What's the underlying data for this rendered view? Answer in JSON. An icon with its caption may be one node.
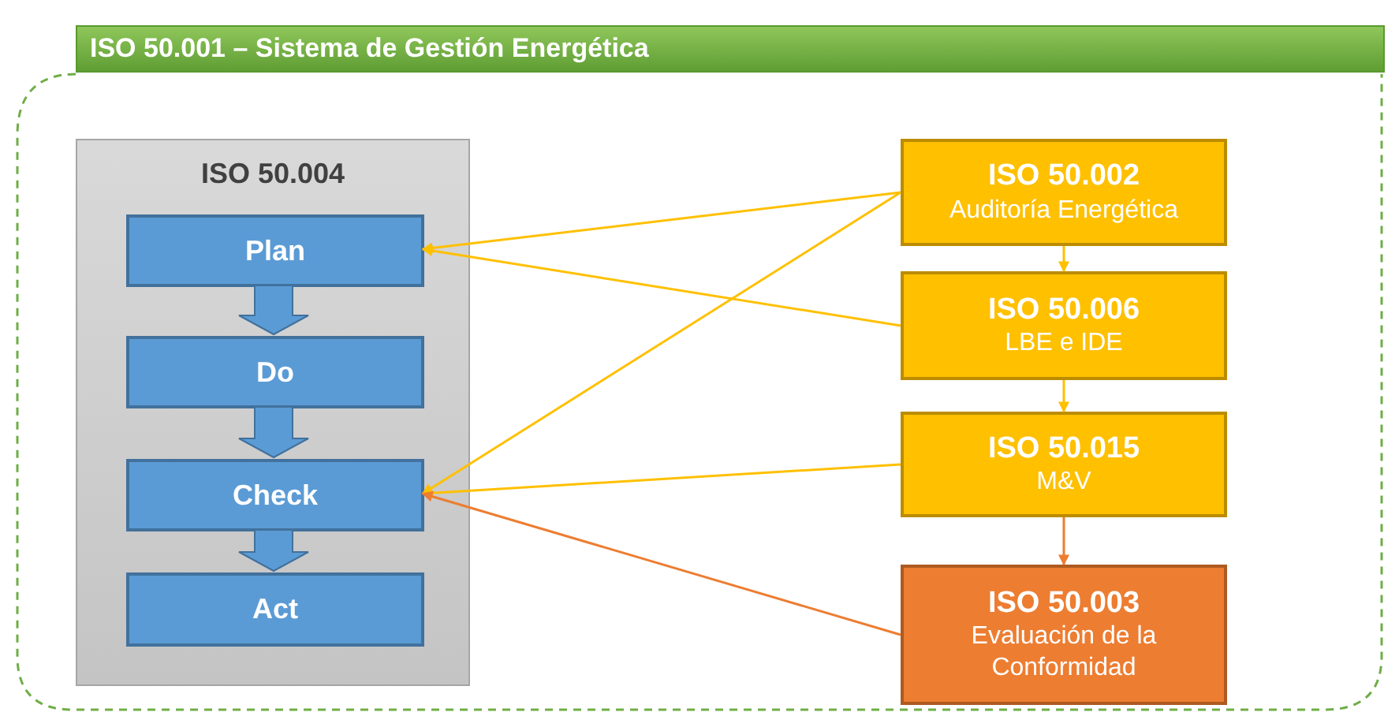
{
  "diagram": {
    "nodes": [
      {
        "text": [
          "ISO 50.001 – Sistema de Gestión Energética"
        ]
      },
      {
        "text": [
          "ISO 50.004"
        ],
        "in": 0
      },
      {
        "text": [
          "Plan"
        ],
        "in": 1
      },
      {
        "text": [
          "Do"
        ],
        "in": 1
      },
      {
        "text": [
          "Check"
        ],
        "in": 1
      },
      {
        "text": [
          "Act"
        ],
        "in": 1
      },
      {
        "text": [
          "ISO 50.002",
          "Auditoría Energética"
        ],
        "in": 0
      },
      {
        "text": [
          "ISO 50.006",
          "LBE e IDE"
        ],
        "in": 0
      },
      {
        "text": [
          "ISO 50.015",
          "M&V"
        ],
        "in": 0
      },
      {
        "text": [
          "ISO 50.003",
          "Evaluación de la Conformidad"
        ],
        "in": 0
      }
    ],
    "edges": [
      {
        "from": 2,
        "to": 3,
        "arrow": "to",
        "style": "thick",
        "color": "#5b9bd5"
      },
      {
        "from": 3,
        "to": 4,
        "arrow": "to",
        "style": "thick",
        "color": "#5b9bd5"
      },
      {
        "from": 4,
        "to": 5,
        "arrow": "to",
        "style": "thick",
        "color": "#5b9bd5"
      },
      {
        "from": 6,
        "to": 2,
        "arrow": "to"
      },
      {
        "from": 7,
        "to": 2,
        "arrow": "to"
      },
      {
        "from": 6,
        "to": 4,
        "arrow": "to"
      },
      {
        "from": 8,
        "to": 4,
        "arrow": "to"
      },
      {
        "from": 9,
        "to": 4,
        "arrow": "to",
        "color": "#ed7d31"
      },
      {
        "from": 6,
        "to": 7,
        "arrow": "to"
      },
      {
        "from": 7,
        "to": 8,
        "arrow": "to"
      },
      {
        "from": 8,
        "to": 9,
        "arrow": "to",
        "color": "#ed7d31"
      }
    ]
  }
}
